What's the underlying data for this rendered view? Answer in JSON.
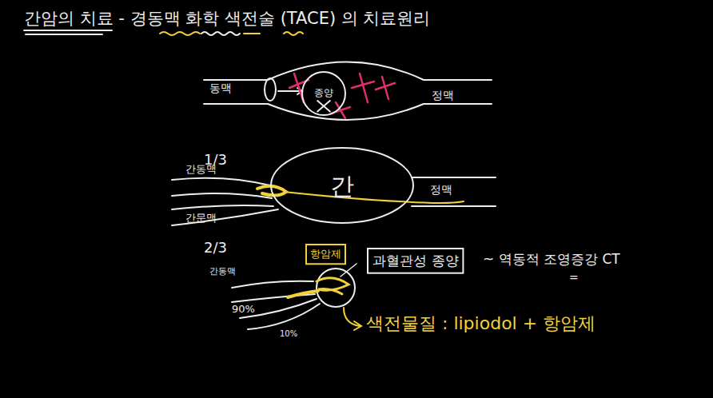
{
  "diagram": {
    "title": "간암의 치료 - 경동맥 화학 색전술 (TACE) 의 치료원리",
    "nodes": [
      {
        "text": [
          "종양"
        ]
      },
      {
        "text": [
          "간"
        ]
      },
      {
        "text": [
          "항암제"
        ]
      },
      {
        "text": [
          "과혈관성 종양"
        ]
      }
    ],
    "labels": [
      "동맥",
      "정맥",
      "1/3",
      "간동맥",
      "간문맥",
      "정맥",
      "2/3",
      "간동맥",
      "90%",
      "10%",
      "~ 역동적 조영증강 CT",
      "=",
      "색전물질 : lipiodol + 항암제"
    ]
  }
}
